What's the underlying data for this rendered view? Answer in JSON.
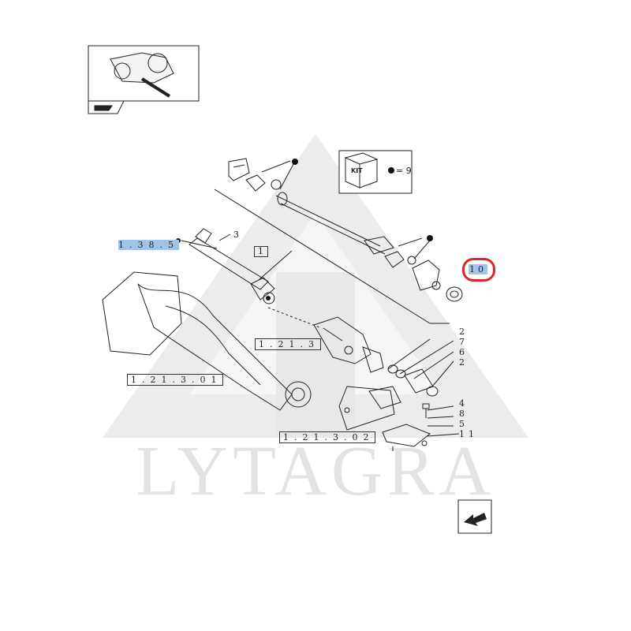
{
  "watermark": "LYTAGRA",
  "kit": {
    "label": "KIT",
    "note": "= 9"
  },
  "section_refs": [
    {
      "id": "ref-1-38",
      "text": "1.38.5"
    },
    {
      "id": "ref-1-21-a",
      "text": "1.21.3"
    },
    {
      "id": "ref-1-21-b",
      "text": "1.21.3.01"
    },
    {
      "id": "ref-1-21-c",
      "text": "1.21.3.02"
    }
  ],
  "part_numbers": {
    "p1": "1",
    "p3": "3",
    "p10": "10",
    "col_top": [
      "2",
      "7",
      "6",
      "2"
    ],
    "col_bottom": [
      "4",
      "8",
      "5",
      "11"
    ]
  },
  "colors": {
    "highlight": "#9fc3e9",
    "selection_ring": "#e2232b",
    "watermark": "#e3e3e3"
  },
  "icons": [
    "tractor-thumbnail",
    "pointer-hand-icon",
    "kit-box-icon",
    "next-page-arrow-icon"
  ]
}
